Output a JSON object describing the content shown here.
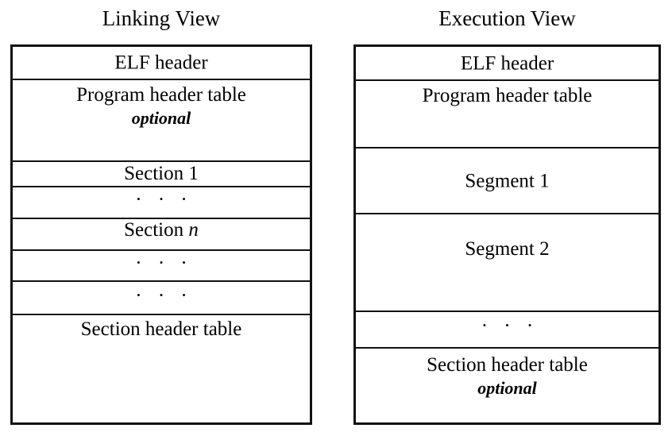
{
  "diagram": {
    "columns": [
      {
        "title": "Linking View",
        "rows": [
          {
            "label": "ELF header",
            "sub": ""
          },
          {
            "label": "Program header table",
            "sub": "optional"
          },
          {
            "label": "Section 1",
            "sub": ""
          },
          {
            "label": "· · ·",
            "sub": ""
          },
          {
            "label_prefix": "Section ",
            "label_italic": "n",
            "sub": ""
          },
          {
            "label": "· · ·",
            "sub": ""
          },
          {
            "label": "· · ·",
            "sub": ""
          },
          {
            "label": "Section header table",
            "sub": ""
          }
        ]
      },
      {
        "title": "Execution View",
        "rows": [
          {
            "label": "ELF header",
            "sub": ""
          },
          {
            "label": "Program header table",
            "sub": ""
          },
          {
            "label": "Segment 1",
            "sub": ""
          },
          {
            "label": "Segment 2",
            "sub": ""
          },
          {
            "label": "· · ·",
            "sub": ""
          },
          {
            "label": "Section header table",
            "sub": "optional"
          }
        ]
      }
    ],
    "colors": {
      "background": "#ffffff",
      "border": "#111111",
      "text": "#000000"
    }
  }
}
